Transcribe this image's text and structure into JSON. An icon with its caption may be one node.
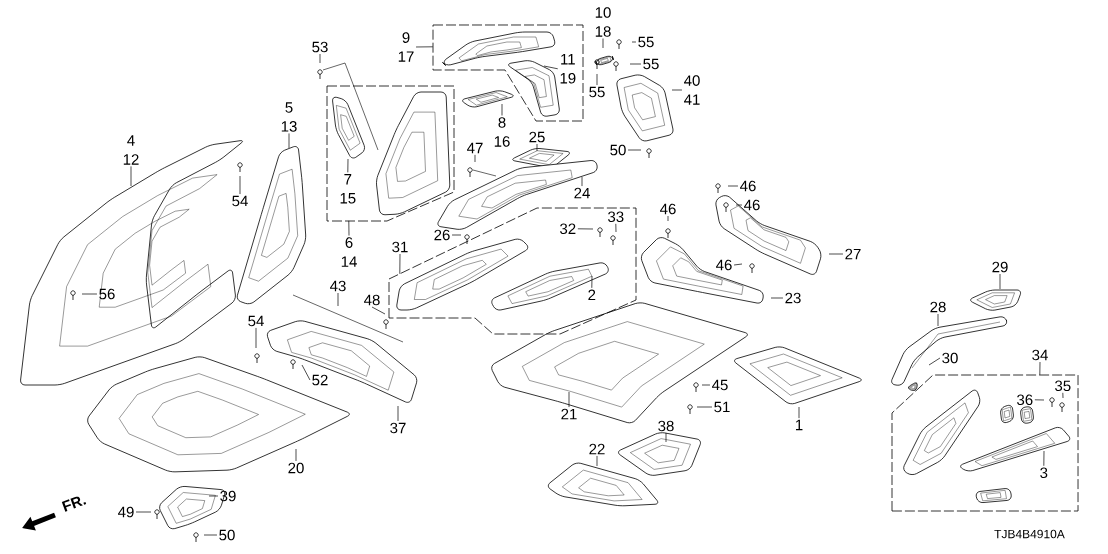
{
  "diagram": {
    "nodes": [
      {
        "text": [],
        "shape": "box"
      },
      {
        "text": [
          "9",
          "17"
        ]
      },
      {
        "text": [
          "11",
          "19"
        ],
        "in": 0
      },
      {
        "text": [
          "10",
          "18"
        ]
      },
      {
        "text": [
          "55"
        ]
      },
      {
        "text": [
          "53"
        ]
      },
      {
        "text": [],
        "shape": "box"
      },
      {
        "text": [
          "55"
        ]
      },
      {
        "text": [
          "40",
          "41"
        ]
      },
      {
        "text": [
          "55"
        ]
      },
      {
        "text": [
          "5",
          "13"
        ]
      },
      {
        "text": [
          "8",
          "16"
        ]
      },
      {
        "text": [
          "4",
          "12"
        ]
      },
      {
        "text": [
          "25"
        ]
      },
      {
        "text": [
          "47"
        ]
      },
      {
        "text": [
          "50"
        ]
      },
      {
        "text": [
          "7",
          "15"
        ],
        "in": 6
      },
      {
        "text": [
          "24"
        ]
      },
      {
        "text": [
          "54"
        ]
      },
      {
        "text": [
          "46"
        ]
      },
      {
        "text": [
          "46"
        ]
      },
      {
        "text": [
          "46"
        ]
      },
      {
        "text": [],
        "shape": "box"
      },
      {
        "text": [
          "26"
        ]
      },
      {
        "text": [
          "32"
        ],
        "in": 22
      },
      {
        "text": [
          "33"
        ],
        "in": 22
      },
      {
        "text": [
          "6",
          "14"
        ]
      },
      {
        "text": [
          "31"
        ]
      },
      {
        "text": [
          "27"
        ]
      },
      {
        "text": [
          "46"
        ]
      },
      {
        "text": [
          "29"
        ]
      },
      {
        "text": [
          "43"
        ]
      },
      {
        "text": [
          "48"
        ]
      },
      {
        "text": [
          "2"
        ],
        "in": 22
      },
      {
        "text": [
          "23"
        ]
      },
      {
        "text": [
          "56"
        ]
      },
      {
        "text": [
          "28"
        ]
      },
      {
        "text": [
          "54"
        ]
      },
      {
        "text": [
          "30"
        ]
      },
      {
        "text": [],
        "shape": "box"
      },
      {
        "text": [
          "34"
        ]
      },
      {
        "text": [
          "52"
        ]
      },
      {
        "text": [
          "45"
        ]
      },
      {
        "text": [
          "35"
        ],
        "in": 39
      },
      {
        "text": [
          "36"
        ],
        "in": 39
      },
      {
        "text": [
          "51"
        ]
      },
      {
        "text": [
          "21"
        ]
      },
      {
        "text": [
          "1"
        ]
      },
      {
        "text": [
          "38"
        ]
      },
      {
        "text": [
          "37"
        ]
      },
      {
        "text": [
          "22"
        ]
      },
      {
        "text": [
          "20"
        ]
      },
      {
        "text": [
          "3"
        ],
        "in": 39
      },
      {
        "text": [
          "39"
        ]
      },
      {
        "text": [
          "49"
        ]
      },
      {
        "text": [
          "50"
        ]
      }
    ],
    "edges": [
      {
        "from": 1,
        "to": 0,
        "arrow": "none"
      },
      {
        "from": 2,
        "to": null,
        "arrow": "none"
      },
      {
        "from": 3,
        "to": null,
        "arrow": "none"
      },
      {
        "from": 4,
        "to": null,
        "arrow": "none"
      },
      {
        "from": 5,
        "to": null,
        "arrow": "none"
      },
      {
        "from": 7,
        "to": null,
        "arrow": "none"
      },
      {
        "from": 8,
        "to": null,
        "arrow": "none"
      },
      {
        "from": 9,
        "to": null,
        "arrow": "none"
      },
      {
        "from": 10,
        "to": null,
        "arrow": "none"
      },
      {
        "from": 11,
        "to": null,
        "arrow": "none"
      },
      {
        "from": 12,
        "to": null,
        "arrow": "none"
      },
      {
        "from": 13,
        "to": null,
        "arrow": "none"
      },
      {
        "from": 14,
        "to": null,
        "arrow": "none"
      },
      {
        "from": 15,
        "to": null,
        "arrow": "none"
      },
      {
        "from": 16,
        "to": null,
        "arrow": "none"
      },
      {
        "from": 17,
        "to": null,
        "arrow": "none"
      },
      {
        "from": 18,
        "to": null,
        "arrow": "none"
      },
      {
        "from": 19,
        "to": null,
        "arrow": "none"
      },
      {
        "from": 20,
        "to": null,
        "arrow": "none"
      },
      {
        "from": 21,
        "to": null,
        "arrow": "none"
      },
      {
        "from": 23,
        "to": null,
        "arrow": "none"
      },
      {
        "from": 24,
        "to": null,
        "arrow": "none"
      },
      {
        "from": 25,
        "to": null,
        "arrow": "none"
      },
      {
        "from": 26,
        "to": 6,
        "arrow": "none"
      },
      {
        "from": 27,
        "to": 22,
        "arrow": "none"
      },
      {
        "from": 28,
        "to": null,
        "arrow": "none"
      },
      {
        "from": 29,
        "to": null,
        "arrow": "none"
      },
      {
        "from": 30,
        "to": null,
        "arrow": "none"
      },
      {
        "from": 31,
        "to": null,
        "arrow": "none"
      },
      {
        "from": 32,
        "to": null,
        "arrow": "none"
      },
      {
        "from": 33,
        "to": null,
        "arrow": "none"
      },
      {
        "from": 34,
        "to": null,
        "arrow": "none"
      },
      {
        "from": 35,
        "to": null,
        "arrow": "none"
      },
      {
        "from": 36,
        "to": null,
        "arrow": "none"
      },
      {
        "from": 37,
        "to": null,
        "arrow": "none"
      },
      {
        "from": 38,
        "to": null,
        "arrow": "none"
      },
      {
        "from": 40,
        "to": 39,
        "arrow": "none"
      },
      {
        "from": 41,
        "to": null,
        "arrow": "none"
      },
      {
        "from": 42,
        "to": null,
        "arrow": "none"
      },
      {
        "from": 43,
        "to": null,
        "arrow": "none"
      },
      {
        "from": 44,
        "to": null,
        "arrow": "none"
      },
      {
        "from": 45,
        "to": null,
        "arrow": "none"
      },
      {
        "from": 46,
        "to": null,
        "arrow": "none"
      },
      {
        "from": 47,
        "to": null,
        "arrow": "none"
      },
      {
        "from": 48,
        "to": null,
        "arrow": "none"
      },
      {
        "from": 49,
        "to": null,
        "arrow": "none"
      },
      {
        "from": 50,
        "to": null,
        "arrow": "none"
      },
      {
        "from": 51,
        "to": null,
        "arrow": "none"
      },
      {
        "from": 52,
        "to": null,
        "arrow": "none"
      },
      {
        "from": 53,
        "to": null,
        "arrow": "none"
      },
      {
        "from": 54,
        "to": null,
        "arrow": "none"
      },
      {
        "from": 55,
        "to": null,
        "arrow": "none"
      }
    ],
    "labels": [
      "FR.",
      "TJB4B4910A"
    ]
  }
}
